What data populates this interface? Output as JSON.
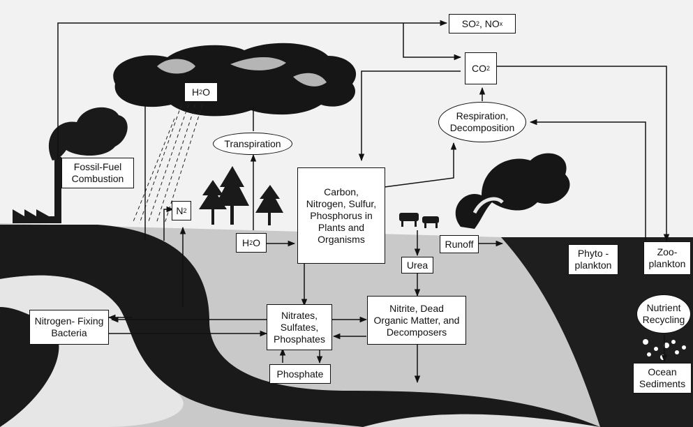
{
  "labels": {
    "so2_nox": {
      "pre": "SO",
      "s1": "2",
      "mid": ", NO",
      "s2": "x"
    },
    "co2": {
      "pre": "CO",
      "s1": "2"
    },
    "h2o_cloud": {
      "pre": "H",
      "s1": "2",
      "post": "O"
    },
    "respiration": "Respiration, Decomposition",
    "transpiration": "Transpiration",
    "fossil_fuel": "Fossil-Fuel Combustion",
    "n2": {
      "pre": "N",
      "s1": "2"
    },
    "cnsp": "Carbon, Nitrogen, Sulfur, Phosphorus in Plants and Organisms",
    "h2o_ground": {
      "pre": "H",
      "s1": "2",
      "post": "O"
    },
    "runoff": "Runoff",
    "urea": "Urea",
    "phytoplankton": "Phyto - plankton",
    "zooplankton": "Zoo- plankton",
    "nutrient_recycling": "Nutrient Recycling",
    "nitrogen_fixing": "Nitrogen- Fixing Bacteria",
    "nitrates": "Nitrates, Sulfates, Phosphates",
    "nitrite": "Nitrite, Dead Organic Matter, and Decomposers",
    "phosphate": "Phosphate",
    "ocean_sediments": "Ocean Sediments"
  },
  "colors": {
    "dark": "#1a1a1a",
    "ground": "#c8c8c8",
    "light": "#e6e6e6",
    "cloud_highlight": "#b5b5b5"
  }
}
